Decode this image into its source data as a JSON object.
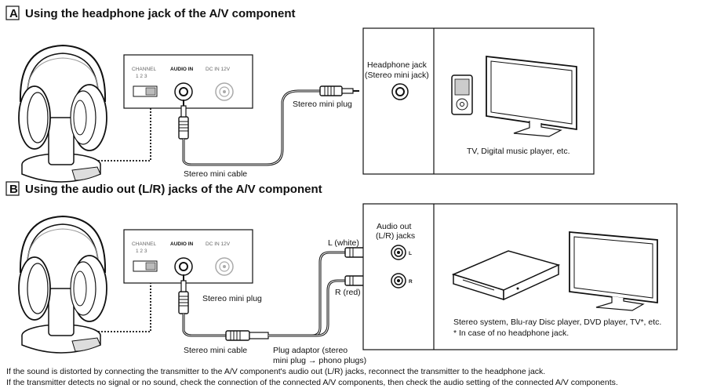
{
  "section_a": {
    "letter": "A",
    "title": "Using the headphone jack of the A/V component",
    "transmitter": {
      "channel_label": "CHANNEL",
      "channel_numbers": "1 2 3",
      "audio_in_label": "AUDIO IN",
      "dc_in_label": "DC IN 12V"
    },
    "headphone_jack_label_1": "Headphone jack",
    "headphone_jack_label_2": "(Stereo mini jack)",
    "stereo_mini_plug_label": "Stereo mini plug",
    "stereo_mini_cable_label": "Stereo mini cable",
    "device_caption": "TV, Digital music player, etc."
  },
  "section_b": {
    "letter": "B",
    "title": "Using the audio out (L/R) jacks of the A/V component",
    "transmitter": {
      "channel_label": "CHANNEL",
      "channel_numbers": "1 2 3",
      "audio_in_label": "AUDIO IN",
      "dc_in_label": "DC IN 12V"
    },
    "audio_out_label_1": "Audio out",
    "audio_out_label_2": "(L/R) jacks",
    "l_white_label": "L (white)",
    "r_red_label": "R (red)",
    "jack_l": "L",
    "jack_r": "R",
    "stereo_mini_plug_label": "Stereo mini plug",
    "stereo_mini_cable_label": "Stereo mini cable",
    "plug_adaptor_label_1": "Plug adaptor (stereo",
    "plug_adaptor_label_2": "mini plug → phono plugs)",
    "device_caption_1": "Stereo system, Blu-ray Disc player, DVD player, TV*, etc.",
    "device_caption_2": "* In case of no headphone jack."
  },
  "footnotes": [
    "If the sound is distorted by connecting the transmitter to the A/V component's audio out (L/R) jacks, reconnect the transmitter to the headphone jack.",
    "If the transmitter detects no signal or no sound, check the connection of the connected A/V components, then check the audio setting of the connected A/V components."
  ]
}
